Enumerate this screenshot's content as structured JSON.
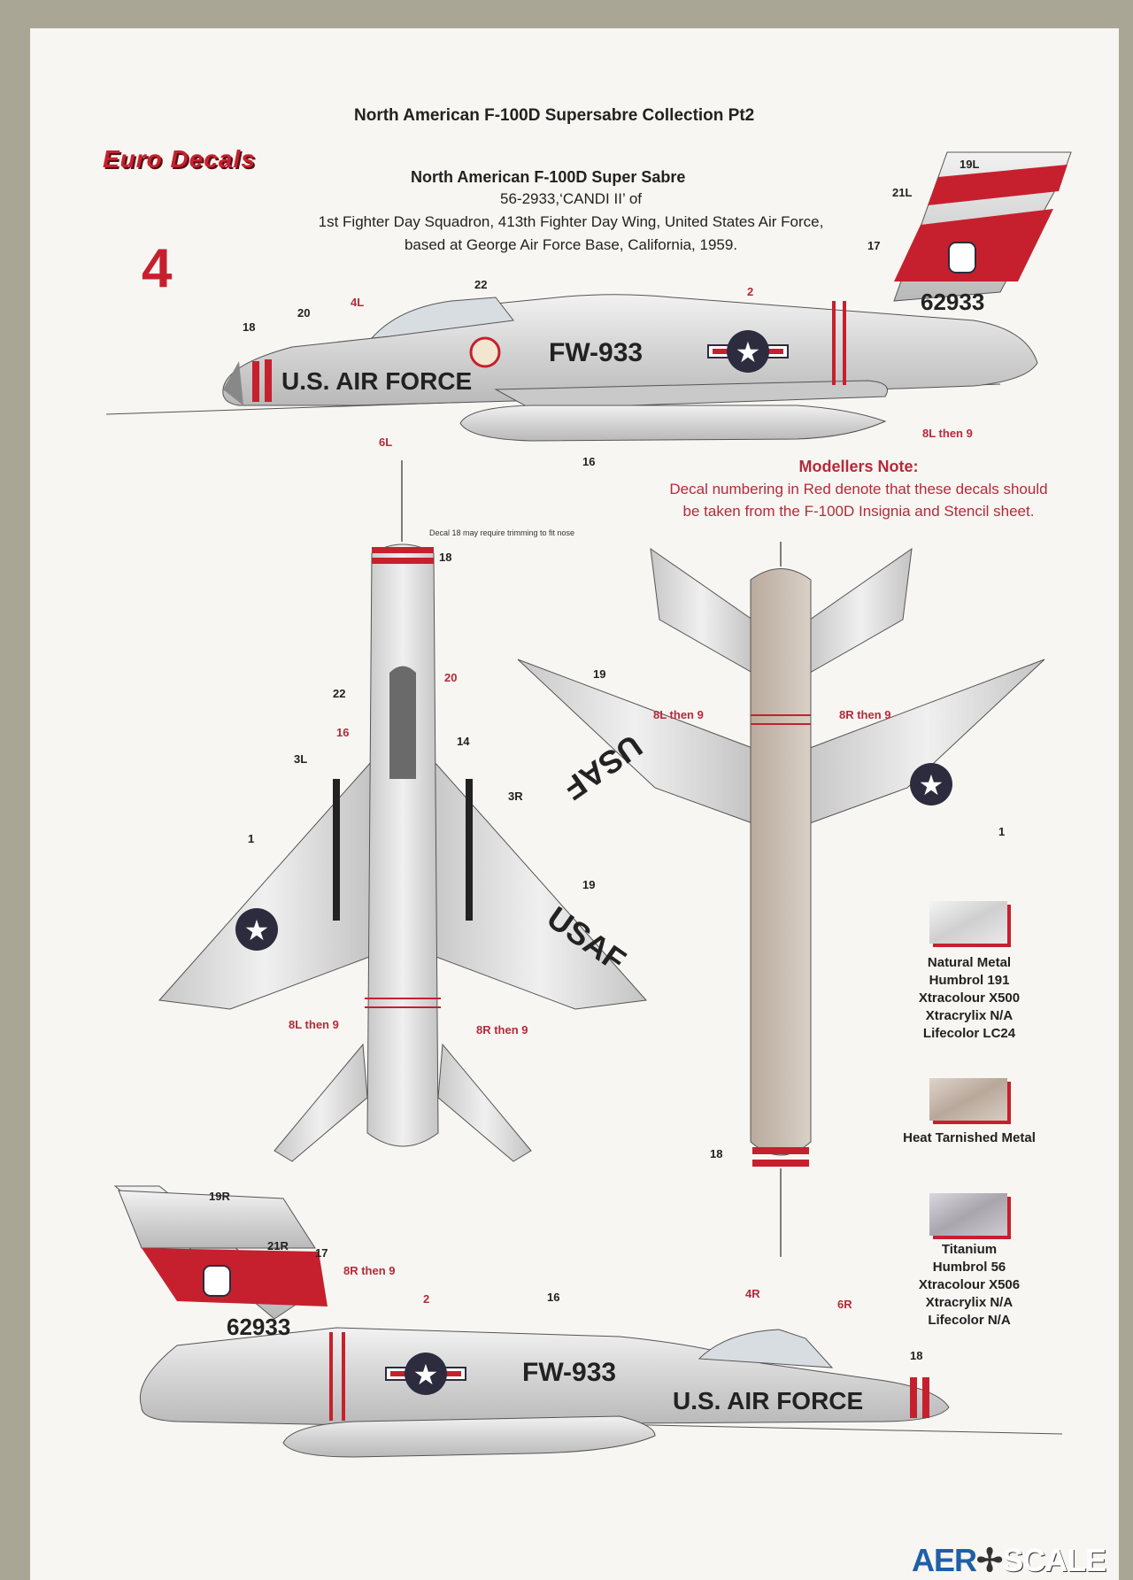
{
  "header": {
    "sheet_title": "North American F-100D Supersabre Collection Pt2",
    "brand": "Euro Decals",
    "profile_number": "4",
    "aircraft_title": "North American F-100D Super Sabre",
    "description_lines": [
      "56-2933,‘CANDI II’ of",
      "1st Fighter Day Squadron, 413th Fighter Day Wing, United States Air Force,",
      "based at George Air Force Base, California, 1959."
    ]
  },
  "note": {
    "heading": "Modellers Note:",
    "lines": [
      "Decal numbering in Red denote that these decals should",
      "be taken from the F-100D Insignia and Stencil sheet."
    ]
  },
  "nose_note": "Decal 18 may require trimming to fit nose",
  "markings": {
    "serial": "62933",
    "buzz": "FW-933",
    "usaf_text": "U.S. AIR FORCE",
    "wing_text": "USAF"
  },
  "callouts": {
    "side_top": [
      "19L",
      "21L",
      "17",
      "2",
      "22",
      "4L",
      "20",
      "18",
      "6L",
      "16",
      "8L then 9"
    ],
    "top_view": [
      "18",
      "22",
      "20",
      "16",
      "14",
      "3L",
      "3R",
      "1",
      "19",
      "8L then 9",
      "8R then 9"
    ],
    "bottom_view": [
      "19",
      "8L then 9",
      "8R then 9",
      "1",
      "18"
    ],
    "side_bottom": [
      "19R",
      "21R",
      "17",
      "8R then 9",
      "2",
      "16",
      "4R",
      "6R",
      "18"
    ]
  },
  "swatches": [
    {
      "name": "natural-metal",
      "lines": [
        "Natural Metal",
        "Humbrol 191",
        "Xtracolour X500",
        "Xtracrylix N/A",
        "Lifecolor LC24"
      ],
      "color": "#dcdcdc"
    },
    {
      "name": "heat-tarnished",
      "lines": [
        "Heat Tarnished Metal"
      ],
      "color": "#c9bcb1"
    },
    {
      "name": "titanium",
      "lines": [
        "Titanium",
        "Humbrol 56",
        "Xtracolour X506",
        "Xtracrylix N/A",
        "Lifecolor N/A"
      ],
      "color": "#b9b6bc"
    }
  ],
  "colors": {
    "accent_red": "#c6202e",
    "callout_red": "#b52a3a",
    "metal": "#d6d6d6",
    "insignia_blue": "#2c2c3e"
  },
  "watermark": {
    "left": "AER",
    "right": "SCALE"
  }
}
